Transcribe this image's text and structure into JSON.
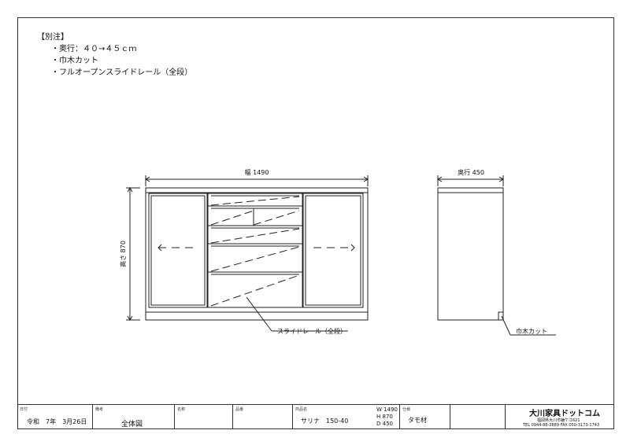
{
  "notes": {
    "heading": "【別注】",
    "items": [
      "・奥行：４０→４５ｃｍ",
      "・巾木カット",
      "・フルオープンスライドレール（全段）"
    ]
  },
  "dimensions": {
    "width": "幅 1490",
    "height": "高さ 870",
    "depth": "奥行 450"
  },
  "callouts": {
    "rail": "スライドレール（全段）",
    "plinth": "巾木カット"
  },
  "title_block": {
    "date_label": "日付",
    "date_value": "令和　7年　3月26日",
    "remarks_label": "備考",
    "remarks_value": "全体図",
    "name_label": "名称",
    "name_value": "",
    "item_no_label": "品番",
    "item_no_value": "",
    "product_label": "商品名",
    "product_value": "サリナ　150-40",
    "w": "W 1490",
    "h": "H  870",
    "d": "D  450",
    "spec_label": "仕様",
    "spec_value": "タモ材",
    "company": "大川家具ドットコム",
    "address": "福岡県大川市鐘ケ江621",
    "contact": "TEL 0944-88-3889  FAX 050-3173-1743"
  }
}
